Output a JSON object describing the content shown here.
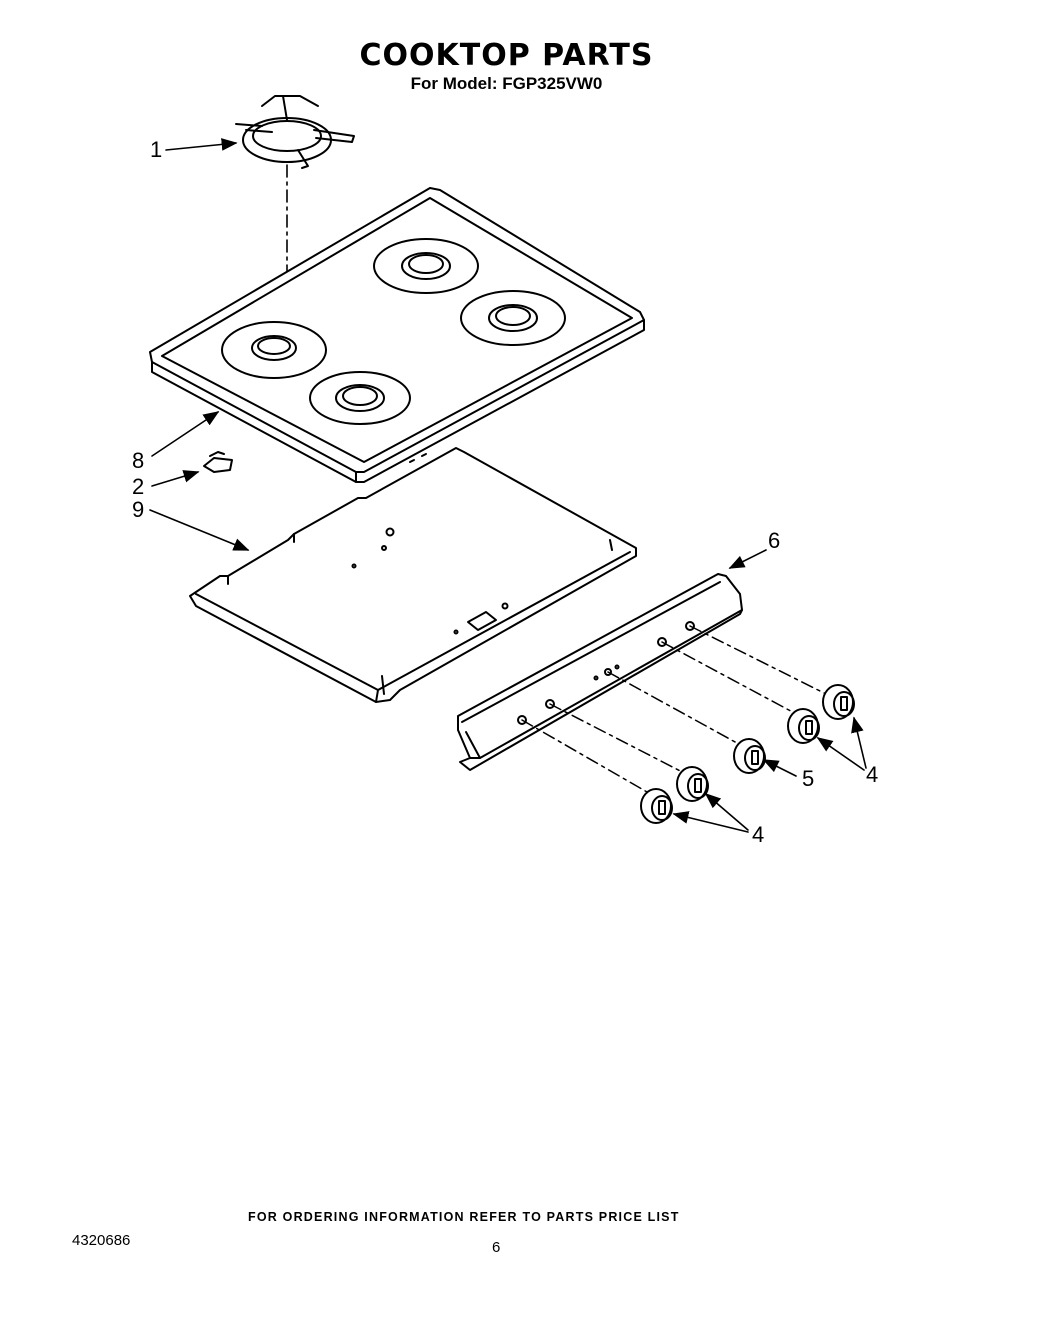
{
  "header": {
    "title": "COOKTOP PARTS",
    "model_line": "For Model: FGP325VW0"
  },
  "callouts": [
    {
      "id": "1",
      "label": "1"
    },
    {
      "id": "8",
      "label": "8"
    },
    {
      "id": "2",
      "label": "2"
    },
    {
      "id": "9",
      "label": "9"
    },
    {
      "id": "6",
      "label": "6"
    },
    {
      "id": "4a",
      "label": "4"
    },
    {
      "id": "5",
      "label": "5"
    },
    {
      "id": "4b",
      "label": "4"
    }
  ],
  "footer": {
    "ordering_note": "FOR ORDERING INFORMATION REFER TO PARTS PRICE LIST",
    "doc_number": "4320686",
    "page_number": "6"
  }
}
